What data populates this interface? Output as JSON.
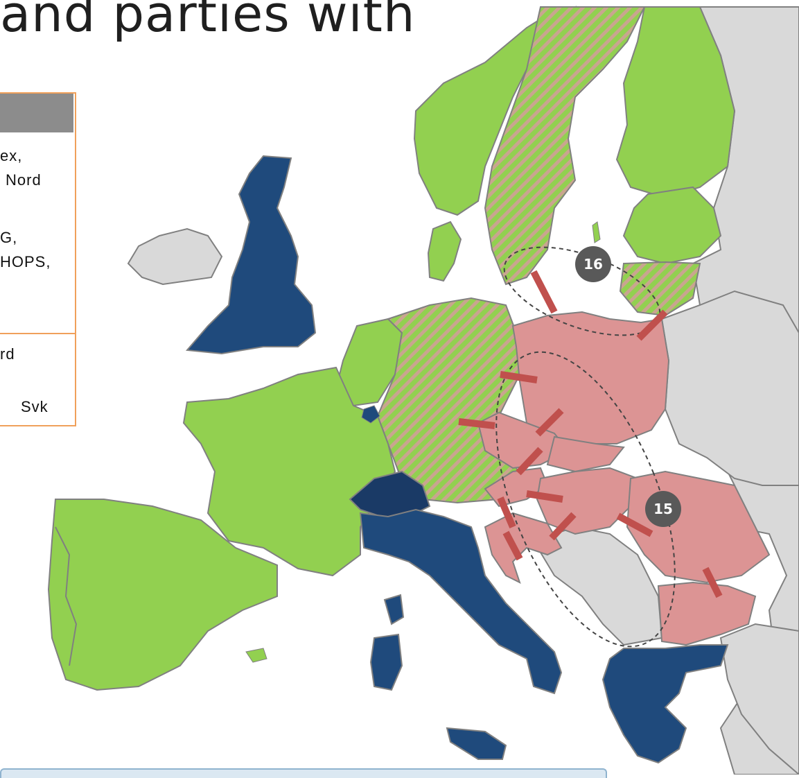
{
  "title": "and parties with",
  "legend": {
    "lines": [
      "ex,",
      "Nord",
      "G,",
      "HOPS,",
      "rd",
      "Svk"
    ]
  },
  "colors": {
    "green": "#92d050",
    "navy": "#1f4a7c",
    "navy_dark": "#1a3a66",
    "pink": "#dc9494",
    "grey": "#d9d9d9",
    "border_red": "#c0504d",
    "badge": "#595959"
  },
  "badges": [
    "16",
    "15"
  ]
}
